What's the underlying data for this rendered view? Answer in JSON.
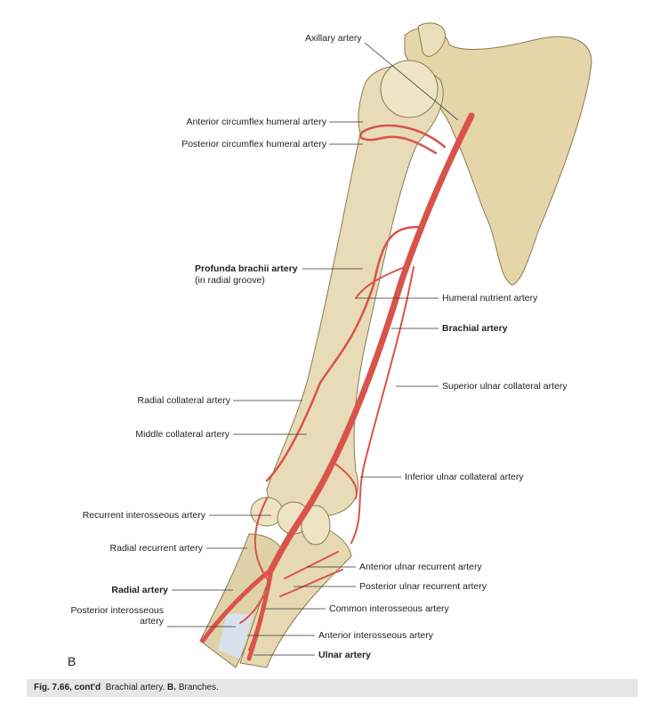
{
  "figure": {
    "panel_letter": "B",
    "caption_number": "Fig. 7.66, cont'd",
    "caption_text": "Brachial artery.",
    "caption_panel": "B.",
    "caption_panel_text": "Branches."
  },
  "labels": {
    "axillary": "Axillary artery",
    "ant_circumflex": "Anterior circumflex humeral artery",
    "post_circumflex": "Posterior circumflex humeral artery",
    "profunda": "Profunda brachii artery",
    "profunda_note": "(in radial groove)",
    "humeral_nutrient": "Humeral nutrient artery",
    "brachial": "Brachial artery",
    "superior_ulnar": "Superior ulnar collateral artery",
    "radial_collateral": "Radial collateral artery",
    "middle_collateral": "Middle collateral artery",
    "inferior_ulnar": "Inferior ulnar collateral artery",
    "recurrent_interosseous": "Recurrent interosseous artery",
    "radial_recurrent": "Radial recurrent artery",
    "ant_ulnar_recurrent": "Anterior ulnar recurrent artery",
    "post_ulnar_recurrent": "Posterior ulnar recurrent artery",
    "radial": "Radial artery",
    "post_interosseous_1": "Posterior interosseous",
    "post_interosseous_2": "artery",
    "common_interosseous": "Common interosseous artery",
    "ant_interosseous": "Anterior interosseous artery",
    "ulnar": "Ulnar artery"
  },
  "colors": {
    "bone": "#e8dcb8",
    "artery": "#d9534a",
    "caption_bg": "#e6e6e6"
  }
}
